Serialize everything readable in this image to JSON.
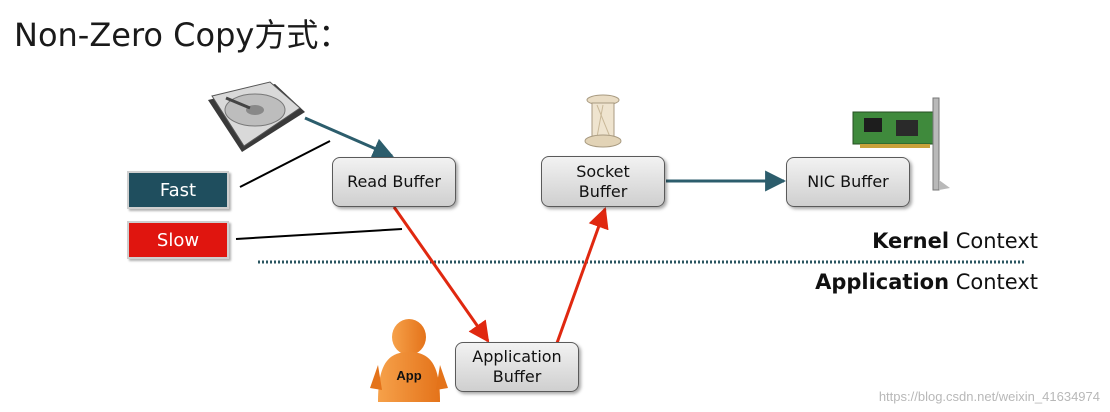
{
  "title": "Non-Zero Copy方式：",
  "legend": {
    "fast": {
      "label": "Fast",
      "color": "#1f4e5e"
    },
    "slow": {
      "label": "Slow",
      "color": "#e0150f"
    }
  },
  "nodes": {
    "read_buffer": "Read Buffer",
    "socket_buffer": [
      "Socket",
      "Buffer"
    ],
    "nic_buffer": "NIC Buffer",
    "application_buffer": [
      "Application",
      "Buffer"
    ]
  },
  "contexts": {
    "kernel": {
      "bold": "Kernel",
      "rest": " Context"
    },
    "application": {
      "bold": "Application",
      "rest": " Context"
    }
  },
  "icons": {
    "disk": "hard-disk-icon",
    "socket": "pillar-icon",
    "nic": "network-card-icon",
    "app": {
      "name": "app-person-icon",
      "label": "App"
    }
  },
  "colors": {
    "fast_arrow": "#2c5d6c",
    "slow_arrow": "#e02810",
    "divider": "#2a5560"
  },
  "watermark": "https://blog.csdn.net/weixin_41634974"
}
